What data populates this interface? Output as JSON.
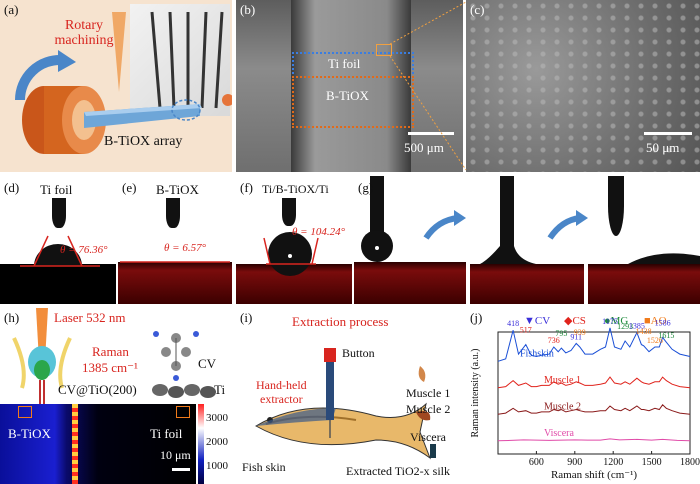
{
  "panels": {
    "a": {
      "label": "(a)",
      "title": "Rotary machining",
      "array_label": "B-TiOX array"
    },
    "b": {
      "label": "(b)",
      "ti_foil": "Ti foil",
      "btiox": "B-TiOX",
      "scale": "500 μm"
    },
    "c": {
      "label": "(c)",
      "scale": "50 μm"
    },
    "d": {
      "label": "(d)",
      "title": "Ti foil",
      "angle": "θ = 76.36°"
    },
    "e": {
      "label": "(e)",
      "title": "B-TiOX",
      "angle": "θ = 6.57°"
    },
    "f": {
      "label": "(f)",
      "title": "Ti/B-TiOX/Ti",
      "angle": "θ = 104.24°"
    },
    "g": {
      "label": "(g)"
    },
    "h": {
      "label": "(h)",
      "laser": "Laser 532 nm",
      "raman": "Raman",
      "raman2": "1385 cm⁻¹",
      "cv": "CV",
      "cvtio": "CV@TiO(200)",
      "ti": "Ti",
      "btiox": "B-TiOX",
      "tifoil": "Ti foil",
      "scale": "10 μm",
      "colorbar": [
        "3000",
        "2000",
        "1000"
      ]
    },
    "i": {
      "label": "(i)",
      "title": "Extraction process",
      "button": "Button",
      "extractor1": "Hand-held",
      "extractor2": "extractor",
      "muscle1": "Muscle 1",
      "muscle2": "Muscle 2",
      "viscera": "Viscera",
      "fishskin": "Fish skin",
      "silk": "Extracted TiO2-x silk"
    }
  },
  "chart_data": {
    "type": "line",
    "label": "(j)",
    "xlabel": "Raman shift (cm⁻¹)",
    "ylabel": "Raman intensity (a.u.)",
    "xlim": [
      300,
      1800
    ],
    "xticks": [
      "600",
      "900",
      "1200",
      "1500",
      "1800"
    ],
    "legend": [
      {
        "name": "CV",
        "marker": "▼",
        "color": "#3a2fd9"
      },
      {
        "name": "CS",
        "marker": "◆",
        "color": "#e0231c"
      },
      {
        "name": "MG",
        "marker": "●",
        "color": "#1e8a3c"
      },
      {
        "name": "AO",
        "marker": "■",
        "color": "#f07a1a"
      }
    ],
    "series": [
      {
        "name": "Fishskin",
        "color": "#1a4fd6",
        "offset": 4,
        "x": [
          300,
          360,
          418,
          460,
          517,
          560,
          600,
          640,
          700,
          736,
          770,
          795,
          830,
          870,
          911,
          939,
          980,
          1040,
          1100,
          1140,
          1175,
          1210,
          1260,
          1293,
          1330,
          1385,
          1420,
          1438,
          1480,
          1526,
          1560,
          1586,
          1615,
          1660,
          1720,
          1800
        ],
        "y": [
          0.3,
          0.4,
          1.6,
          0.6,
          1.0,
          0.55,
          0.5,
          0.55,
          0.6,
          0.9,
          0.7,
          0.85,
          0.65,
          0.75,
          1.05,
          0.9,
          0.6,
          0.6,
          0.8,
          0.9,
          1.7,
          0.9,
          0.8,
          1.15,
          0.9,
          1.5,
          1.0,
          0.95,
          0.7,
          0.9,
          0.9,
          1.3,
          1.1,
          0.8,
          0.6,
          0.5
        ]
      },
      {
        "name": "Muscle 1",
        "color": "#e0231c",
        "offset": 3,
        "x": [
          300,
          360,
          418,
          460,
          517,
          560,
          600,
          640,
          700,
          736,
          770,
          795,
          830,
          870,
          911,
          939,
          980,
          1040,
          1100,
          1140,
          1175,
          1210,
          1260,
          1293,
          1330,
          1385,
          1420,
          1438,
          1480,
          1526,
          1560,
          1586,
          1615,
          1660,
          1720,
          1800
        ],
        "y": [
          0.3,
          0.35,
          0.6,
          0.4,
          0.5,
          0.35,
          0.35,
          0.4,
          0.4,
          0.55,
          0.45,
          0.5,
          0.4,
          0.45,
          0.55,
          0.5,
          0.4,
          0.4,
          0.45,
          0.5,
          0.75,
          0.5,
          0.45,
          0.55,
          0.45,
          0.7,
          0.55,
          0.5,
          0.45,
          0.55,
          0.55,
          0.75,
          0.6,
          0.45,
          0.35,
          0.3
        ]
      },
      {
        "name": "Muscle 2",
        "color": "#8a1a1a",
        "offset": 2,
        "x": [
          300,
          360,
          418,
          460,
          517,
          560,
          600,
          640,
          700,
          736,
          770,
          795,
          830,
          870,
          911,
          939,
          980,
          1040,
          1100,
          1140,
          1175,
          1210,
          1260,
          1293,
          1330,
          1385,
          1420,
          1438,
          1480,
          1526,
          1560,
          1586,
          1615,
          1660,
          1720,
          1800
        ],
        "y": [
          0.3,
          0.35,
          0.55,
          0.4,
          0.45,
          0.35,
          0.35,
          0.4,
          0.4,
          0.5,
          0.45,
          0.5,
          0.4,
          0.45,
          0.5,
          0.45,
          0.4,
          0.4,
          0.45,
          0.45,
          0.65,
          0.5,
          0.45,
          0.55,
          0.45,
          0.65,
          0.5,
          0.5,
          0.45,
          0.55,
          0.5,
          0.7,
          0.55,
          0.45,
          0.35,
          0.3
        ]
      },
      {
        "name": "Viscera",
        "color": "#e04aa8",
        "offset": 1,
        "x": [
          300,
          400,
          500,
          600,
          700,
          800,
          900,
          1000,
          1100,
          1175,
          1250,
          1385,
          1500,
          1586,
          1700,
          1800
        ],
        "y": [
          0.3,
          0.32,
          0.34,
          0.33,
          0.32,
          0.33,
          0.34,
          0.33,
          0.33,
          0.38,
          0.34,
          0.36,
          0.33,
          0.36,
          0.32,
          0.3
        ]
      }
    ],
    "annotations": [
      {
        "text": "418",
        "color": "#3a2fd9"
      },
      {
        "text": "517",
        "color": "#e0231c"
      },
      {
        "text": "736",
        "color": "#e0231c"
      },
      {
        "text": "795",
        "color": "#1e8a3c"
      },
      {
        "text": "911",
        "color": "#3a2fd9"
      },
      {
        "text": "939",
        "color": "#f07a1a"
      },
      {
        "text": "1175",
        "color": "#3a2fd9"
      },
      {
        "text": "1293",
        "color": "#1e8a3c"
      },
      {
        "text": "1385",
        "color": "#3a2fd9"
      },
      {
        "text": "1438",
        "color": "#f07a1a"
      },
      {
        "text": "1526",
        "color": "#f07a1a"
      },
      {
        "text": "1586",
        "color": "#3a2fd9"
      },
      {
        "text": "1615",
        "color": "#1e8a3c"
      }
    ]
  }
}
